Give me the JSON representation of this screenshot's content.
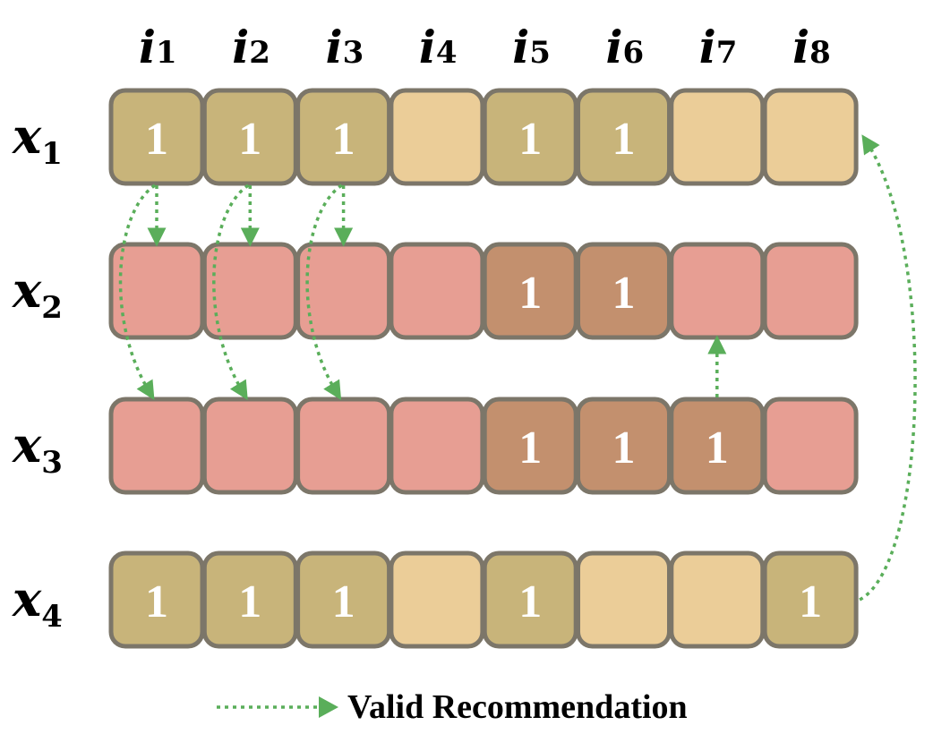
{
  "columns": [
    {
      "base": "i",
      "sub": "1"
    },
    {
      "base": "i",
      "sub": "2"
    },
    {
      "base": "i",
      "sub": "3"
    },
    {
      "base": "i",
      "sub": "4"
    },
    {
      "base": "i",
      "sub": "5"
    },
    {
      "base": "i",
      "sub": "6"
    },
    {
      "base": "i",
      "sub": "7"
    },
    {
      "base": "i",
      "sub": "8"
    }
  ],
  "rows": [
    {
      "base": "x",
      "sub": "1",
      "palette": "tan",
      "cells": [
        1,
        1,
        1,
        0,
        1,
        1,
        0,
        0
      ]
    },
    {
      "base": "x",
      "sub": "2",
      "palette": "pink",
      "cells": [
        0,
        0,
        0,
        0,
        1,
        1,
        0,
        0
      ]
    },
    {
      "base": "x",
      "sub": "3",
      "palette": "pink",
      "cells": [
        0,
        0,
        0,
        0,
        1,
        1,
        1,
        0
      ]
    },
    {
      "base": "x",
      "sub": "4",
      "palette": "tan",
      "cells": [
        1,
        1,
        1,
        0,
        1,
        0,
        0,
        1
      ]
    }
  ],
  "cell_value_text": "1",
  "arrows": [
    {
      "from_row": 1,
      "to_row": 2,
      "col": 1,
      "style": "straight"
    },
    {
      "from_row": 1,
      "to_row": 2,
      "col": 2,
      "style": "straight"
    },
    {
      "from_row": 1,
      "to_row": 2,
      "col": 3,
      "style": "straight"
    },
    {
      "from_row": 1,
      "to_row": 3,
      "col": 1,
      "style": "curve-left"
    },
    {
      "from_row": 1,
      "to_row": 3,
      "col": 2,
      "style": "curve-left"
    },
    {
      "from_row": 1,
      "to_row": 3,
      "col": 3,
      "style": "curve-left"
    },
    {
      "from_row": 3,
      "to_row": 2,
      "col": 7,
      "style": "straight"
    },
    {
      "from_row": 4,
      "to_row": 1,
      "col": 8,
      "style": "curve-right"
    }
  ],
  "legend": {
    "label": "Valid Recommendation"
  },
  "colors": {
    "tan_filled": "#c8b47a",
    "tan_empty": "#ebcd98",
    "pink_filled": "#c3906e",
    "pink_empty": "#e79e93",
    "cell_border": "#7c7669",
    "arrow": "#5aae5a"
  }
}
